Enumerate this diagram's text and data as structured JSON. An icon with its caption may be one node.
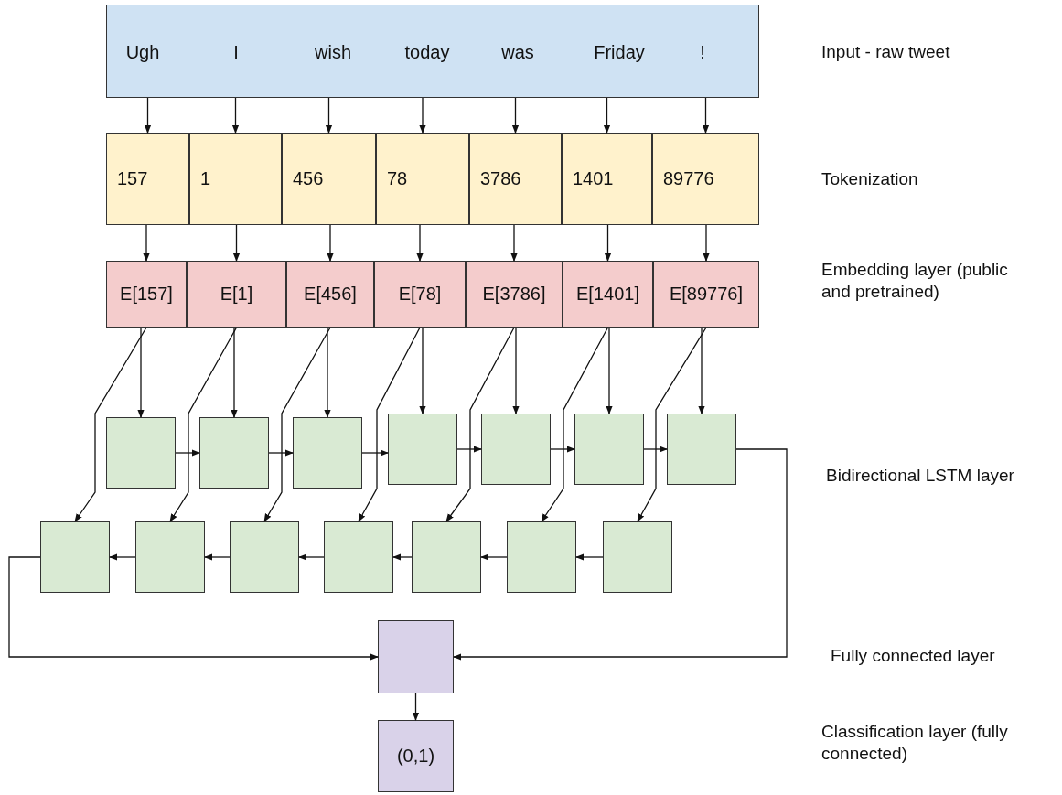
{
  "diagram": {
    "nodes": [
      {
        "text": [],
        "shape": "box"
      },
      {
        "text": [
          "Ugh"
        ],
        "in": 0
      },
      {
        "text": [
          "I"
        ],
        "in": 0
      },
      {
        "text": [
          "wish"
        ],
        "in": 0
      },
      {
        "text": [
          "today"
        ],
        "in": 0
      },
      {
        "text": [
          "was"
        ],
        "in": 0
      },
      {
        "text": [
          "Friday"
        ],
        "in": 0
      },
      {
        "text": [
          "!"
        ],
        "in": 0
      },
      {
        "text": [
          "157"
        ]
      },
      {
        "text": [
          "1"
        ]
      },
      {
        "text": [
          "456"
        ]
      },
      {
        "text": [
          "78"
        ]
      },
      {
        "text": [
          "3786"
        ]
      },
      {
        "text": [
          "1401"
        ]
      },
      {
        "text": [
          "89776"
        ]
      },
      {
        "text": [
          "E[157]"
        ]
      },
      {
        "text": [
          "E[1]"
        ]
      },
      {
        "text": [
          "E[456]"
        ]
      },
      {
        "text": [
          "E[78]"
        ]
      },
      {
        "text": [
          "E[3786]"
        ]
      },
      {
        "text": [
          "E[1401]"
        ]
      },
      {
        "text": [
          "E[89776]"
        ]
      },
      {
        "text": [],
        "shape": "box"
      },
      {
        "text": [],
        "shape": "box"
      },
      {
        "text": [],
        "shape": "box"
      },
      {
        "text": [],
        "shape": "box"
      },
      {
        "text": [],
        "shape": "box"
      },
      {
        "text": [],
        "shape": "box"
      },
      {
        "text": [],
        "shape": "box"
      },
      {
        "text": [],
        "shape": "box"
      },
      {
        "text": [],
        "shape": "box"
      },
      {
        "text": [],
        "shape": "box"
      },
      {
        "text": [],
        "shape": "box"
      },
      {
        "text": [],
        "shape": "box"
      },
      {
        "text": [],
        "shape": "box"
      },
      {
        "text": [],
        "shape": "box"
      },
      {
        "text": [],
        "shape": "box"
      },
      {
        "text": [
          "(0,1)"
        ]
      }
    ],
    "edges": [
      {
        "from": 1,
        "to": 8,
        "arrow": "to"
      },
      {
        "from": 2,
        "to": 9,
        "arrow": "to"
      },
      {
        "from": 3,
        "to": 10,
        "arrow": "to"
      },
      {
        "from": 4,
        "to": 11,
        "arrow": "to"
      },
      {
        "from": 5,
        "to": 12,
        "arrow": "to"
      },
      {
        "from": 6,
        "to": 13,
        "arrow": "to"
      },
      {
        "from": 7,
        "to": 14,
        "arrow": "to"
      },
      {
        "from": 8,
        "to": 15,
        "arrow": "to"
      },
      {
        "from": 9,
        "to": 16,
        "arrow": "to"
      },
      {
        "from": 10,
        "to": 17,
        "arrow": "to"
      },
      {
        "from": 11,
        "to": 18,
        "arrow": "to"
      },
      {
        "from": 12,
        "to": 19,
        "arrow": "to"
      },
      {
        "from": 13,
        "to": 20,
        "arrow": "to"
      },
      {
        "from": 14,
        "to": 21,
        "arrow": "to"
      },
      {
        "from": 15,
        "to": 22,
        "arrow": "to"
      },
      {
        "from": 16,
        "to": 23,
        "arrow": "to"
      },
      {
        "from": 17,
        "to": 24,
        "arrow": "to"
      },
      {
        "from": 18,
        "to": 25,
        "arrow": "to"
      },
      {
        "from": 19,
        "to": 26,
        "arrow": "to"
      },
      {
        "from": 20,
        "to": 27,
        "arrow": "to"
      },
      {
        "from": 21,
        "to": 28,
        "arrow": "to"
      },
      {
        "from": 15,
        "to": 29,
        "arrow": "to"
      },
      {
        "from": 16,
        "to": 30,
        "arrow": "to"
      },
      {
        "from": 17,
        "to": 31,
        "arrow": "to"
      },
      {
        "from": 18,
        "to": 32,
        "arrow": "to"
      },
      {
        "from": 19,
        "to": 33,
        "arrow": "to"
      },
      {
        "from": 20,
        "to": 34,
        "arrow": "to"
      },
      {
        "from": 21,
        "to": 35,
        "arrow": "to"
      },
      {
        "from": 22,
        "to": 23,
        "arrow": "to"
      },
      {
        "from": 23,
        "to": 24,
        "arrow": "to"
      },
      {
        "from": 24,
        "to": 25,
        "arrow": "to"
      },
      {
        "from": 25,
        "to": 26,
        "arrow": "to"
      },
      {
        "from": 26,
        "to": 27,
        "arrow": "to"
      },
      {
        "from": 27,
        "to": 28,
        "arrow": "to"
      },
      {
        "from": 35,
        "to": 34,
        "arrow": "to"
      },
      {
        "from": 34,
        "to": 33,
        "arrow": "to"
      },
      {
        "from": 33,
        "to": 32,
        "arrow": "to"
      },
      {
        "from": 32,
        "to": 31,
        "arrow": "to"
      },
      {
        "from": 31,
        "to": 30,
        "arrow": "to"
      },
      {
        "from": 30,
        "to": 29,
        "arrow": "to"
      },
      {
        "from": 28,
        "to": 36,
        "arrow": "to"
      },
      {
        "from": 29,
        "to": 36,
        "arrow": "to"
      },
      {
        "from": 36,
        "to": 37,
        "arrow": "to"
      }
    ],
    "labels": [
      "Input - raw tweet",
      "Tokenization",
      "Embedding layer (public and pretrained)",
      "Bidirectional LSTM layer",
      "Fully connected layer",
      "Classification layer (fully connected)"
    ]
  }
}
